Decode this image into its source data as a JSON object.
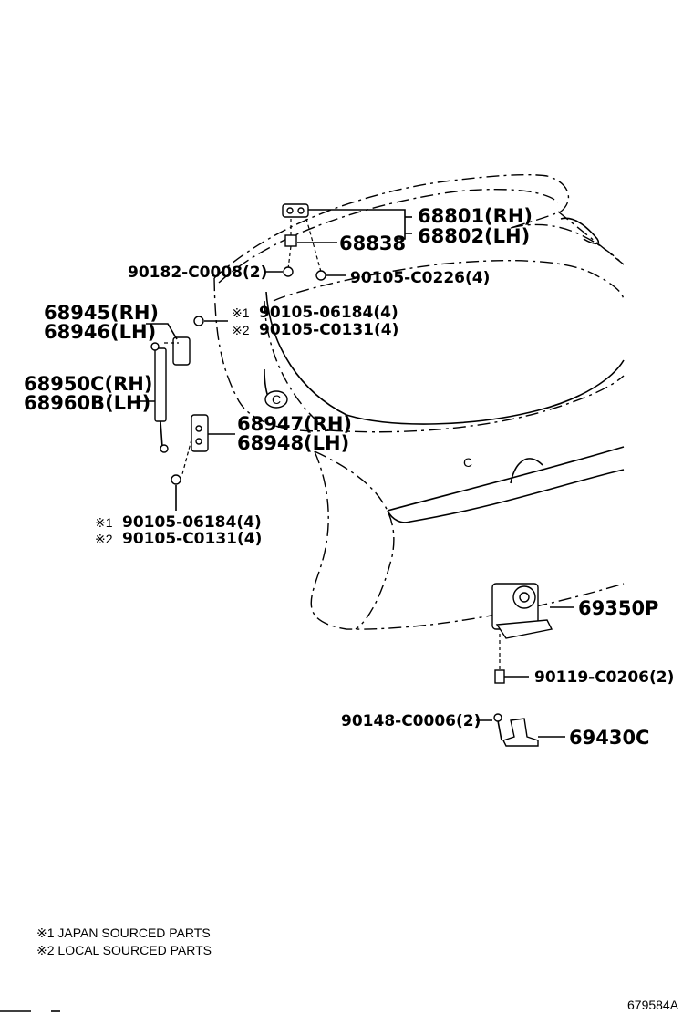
{
  "labels": {
    "hinge_rh": "68801(RH)",
    "hinge_lh": "68802(LH)",
    "hinge_part": "68838",
    "nut_left": "90182-C0008(2)",
    "bolt_top": "90105-C0226(4)",
    "bracket_rh": "68945(RH)",
    "bracket_lh": "68946(LH)",
    "bolt_upper_j": "90105-06184(4)",
    "bolt_upper_l": "90105-C0131(4)",
    "stay_rh": "68950C(RH)",
    "stay_lh": "68960B(LH)",
    "lower_bracket_rh": "68947(RH)",
    "lower_bracket_lh": "68948(LH)",
    "bolt_lower_j": "90105-06184(4)",
    "bolt_lower_l": "90105-C0131(4)",
    "lock": "69350P",
    "lock_bolt": "90119-C0206(2)",
    "striker_screw": "90148-C0006(2)",
    "striker": "69430C",
    "mark_1": "※1",
    "mark_2": "※2",
    "glass_mark": "C",
    "footnote_1": "※1 JAPAN SOURCED PARTS",
    "footnote_2": "※2 LOCAL SOURCED PARTS",
    "drawing_number": "679584A"
  }
}
